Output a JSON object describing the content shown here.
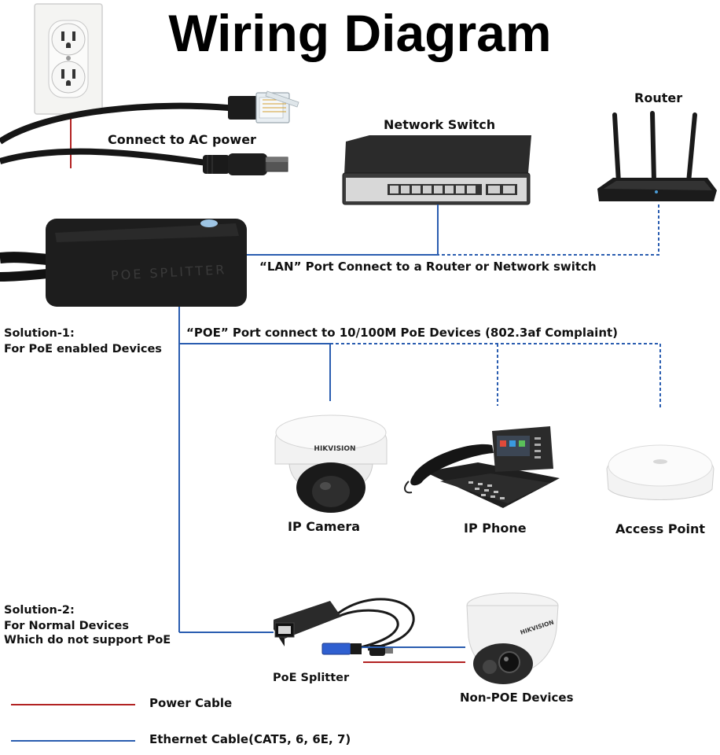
{
  "title": "Wiring Diagram",
  "labels": {
    "connect_ac": "Connect to AC power",
    "network_switch": "Network Switch",
    "router": "Router",
    "splitter_text": "POE SPLITTER",
    "lan_port": "“LAN” Port Connect to a Router or Network switch",
    "poe_port": "“POE” Port connect to 10/100M PoE Devices (802.3af Complaint)",
    "solution1_line1": "Solution-1:",
    "solution1_line2": "For PoE enabled Devices",
    "ip_camera": "IP Camera",
    "ip_phone": "IP Phone",
    "access_point": "Access Point",
    "solution2_line1": "Solution-2:",
    "solution2_line2": "For Normal Devices",
    "solution2_line3": "Which do not support PoE",
    "poe_splitter": "PoE Splitter",
    "non_poe": "Non-POE Devices",
    "camera_brand": "HIKVISION",
    "camera_brand2": "HIKVISION"
  },
  "legend": [
    {
      "label": "Power Cable",
      "color": "#b22222"
    },
    {
      "label": "Ethernet Cable(CAT5, 6, 6E, 7)",
      "color": "#2a5db0"
    }
  ],
  "colors": {
    "ethernet": "#2a5db0",
    "power": "#b22222"
  }
}
